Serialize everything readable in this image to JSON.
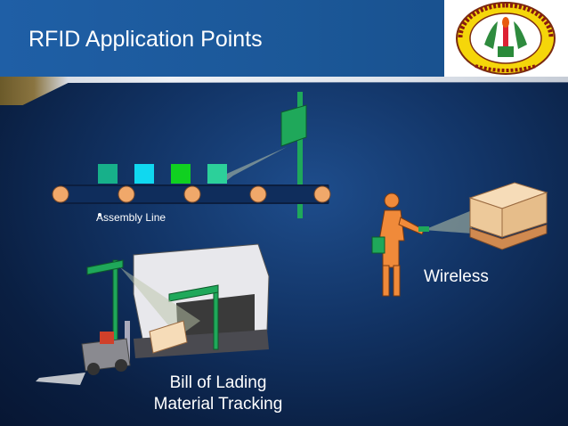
{
  "slide": {
    "title": "RFID Application Points",
    "labels": {
      "assembly_line": "Assembly Line",
      "wireless": "Wireless",
      "bill_line1": "Bill of Lading",
      "bill_line2": "Material Tracking"
    },
    "logo": {
      "top_text": "दी प्रजिश्ता विश्वविद्यालय",
      "bottom_text": "विद्या धी: प्रयोजनम्"
    }
  },
  "colors": {
    "background": "#123466",
    "header": "#1b5797",
    "reader_green": "#1fa85a",
    "box_tan": "#f1d7b0"
  }
}
